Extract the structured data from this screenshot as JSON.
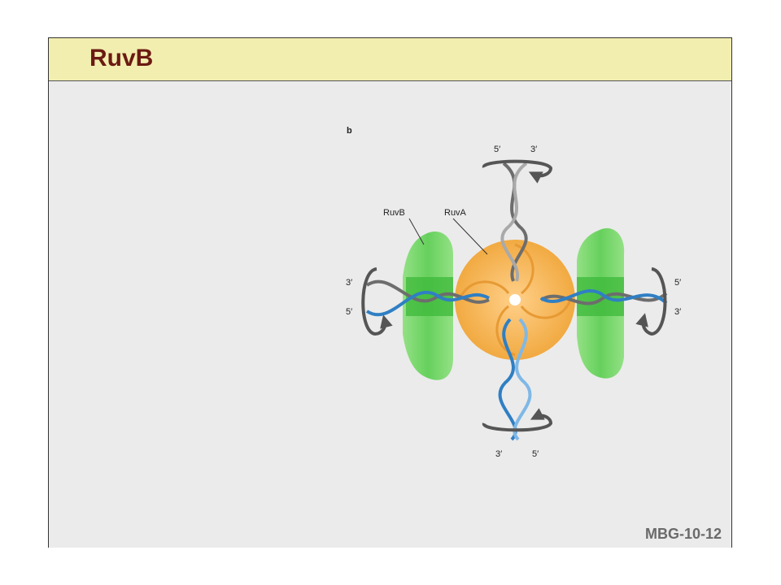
{
  "slide": {
    "title": "RuvB",
    "footer": "MBG-10-12"
  },
  "figure": {
    "panel_label": "b",
    "labels": {
      "ruvb": "RuvB",
      "ruva": "RuvA"
    },
    "ends": {
      "top_left": "5′",
      "top_right": "3′",
      "left_top": "3′",
      "left_bottom": "5′",
      "right_top": "5′",
      "right_bottom": "3′",
      "bottom_left": "3′",
      "bottom_right": "5′"
    },
    "colors": {
      "gray_strand": "#7a7a7a",
      "blue_strand": "#3f8fd0",
      "ruvb_green": "#6fd66a",
      "ruva_orange": "#f3b24a"
    }
  }
}
